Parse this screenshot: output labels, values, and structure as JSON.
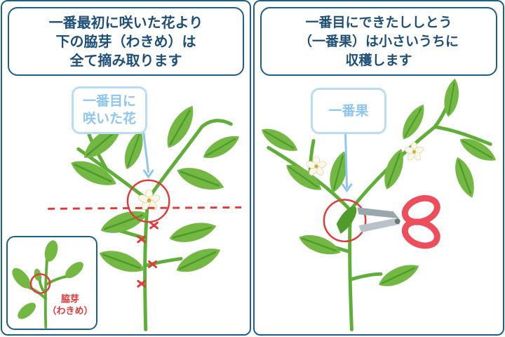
{
  "left_panel": {
    "caption_lines": [
      "一番最初に咲いた花より",
      "下の脇芽（わきめ）は",
      "全て摘み取ります"
    ],
    "callout_lines": [
      "一番目に",
      "咲いた花"
    ],
    "inset_label_lines": [
      "脇芽",
      "（わきめ）"
    ]
  },
  "right_panel": {
    "caption_lines": [
      "一番目にできたししとう",
      "（一番果）は小さいうちに",
      "収穫します"
    ],
    "callout_text": "一番果"
  },
  "colors": {
    "frame": "#1d5f86",
    "caption_text": "#1d4f78",
    "callout_border": "#b9dcf5",
    "callout_text": "#8ec6ef",
    "leaf": "#74b844",
    "leaf_vein": "#4e9a2e",
    "stem": "#5fae38",
    "marker_red": "#e03b3b",
    "scissors_handle": "#ee4d5b",
    "scissors_blade": "#9aa6ad"
  }
}
